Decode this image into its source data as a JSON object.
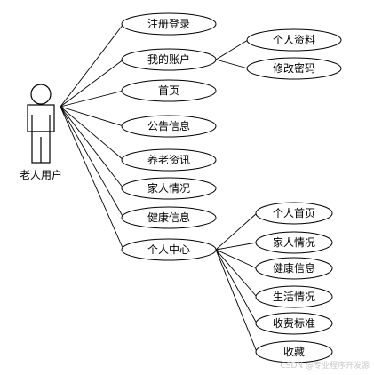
{
  "actor": {
    "label": "老人用户"
  },
  "use_cases": [
    {
      "id": "register-login",
      "label": "注册登录"
    },
    {
      "id": "my-account",
      "label": "我的账户"
    },
    {
      "id": "home",
      "label": "首页"
    },
    {
      "id": "announcement",
      "label": "公告信息"
    },
    {
      "id": "elderly-news",
      "label": "养老资讯"
    },
    {
      "id": "family-status",
      "label": "家人情况"
    },
    {
      "id": "health-info",
      "label": "健康信息"
    },
    {
      "id": "personal-center",
      "label": "个人中心"
    }
  ],
  "account_children": [
    {
      "id": "profile",
      "label": "个人资料"
    },
    {
      "id": "change-password",
      "label": "修改密码"
    }
  ],
  "center_children": [
    {
      "id": "personal-home",
      "label": "个人首页"
    },
    {
      "id": "center-family-status",
      "label": "家人情况"
    },
    {
      "id": "center-health-info",
      "label": "健康信息"
    },
    {
      "id": "life-status",
      "label": "生活情况"
    },
    {
      "id": "fee-standard",
      "label": "收费标准"
    },
    {
      "id": "favorites",
      "label": "收藏"
    }
  ],
  "watermark": "CSDN @专业程序开发源"
}
